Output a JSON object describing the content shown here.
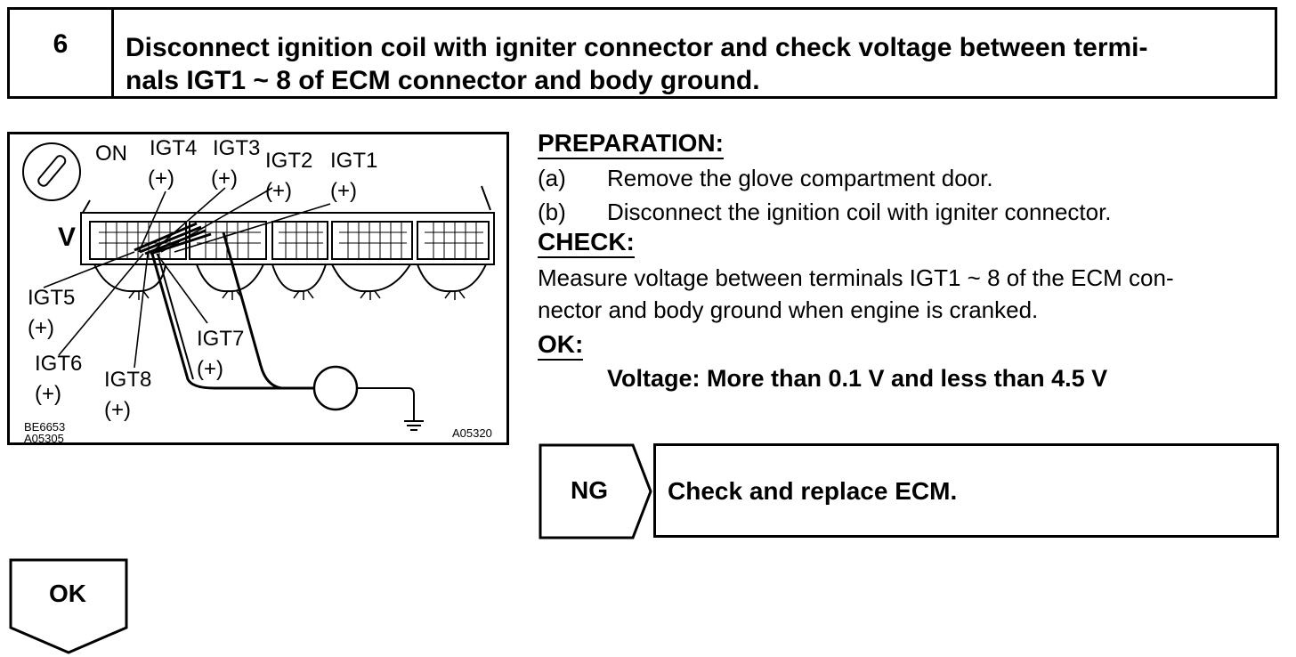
{
  "step": {
    "number": "6",
    "title_line1": "Disconnect ignition coil with igniter connector and check voltage between termi-",
    "title_line2": "nals IGT1 ~ 8 of ECM connector and body ground."
  },
  "diagram": {
    "switch_label": "ON",
    "terminals": {
      "igt1": "IGT1",
      "igt2": "IGT2",
      "igt3": "IGT3",
      "igt4": "IGT4",
      "igt5": "IGT5",
      "igt6": "IGT6",
      "igt7": "IGT7",
      "igt8": "IGT8"
    },
    "polarity": "(+)",
    "meter_symbol": "V",
    "ref_left_1": "BE6653",
    "ref_left_2": "A05305",
    "ref_right": "A05320"
  },
  "preparation": {
    "heading": "PREPARATION:",
    "items": [
      {
        "key": "(a)",
        "text": "Remove the glove compartment door."
      },
      {
        "key": "(b)",
        "text": "Disconnect the ignition coil with igniter connector."
      }
    ]
  },
  "check": {
    "heading": "CHECK:",
    "line1": "Measure voltage between terminals IGT1 ~ 8 of the ECM con-",
    "line2": "nector and body ground when engine is cranked."
  },
  "ok": {
    "heading": "OK:",
    "value": "Voltage: More than 0.1 V and less than 4.5 V"
  },
  "ng_branch": {
    "label": "NG",
    "action": "Check and replace ECM."
  },
  "ok_branch": {
    "label": "OK"
  }
}
